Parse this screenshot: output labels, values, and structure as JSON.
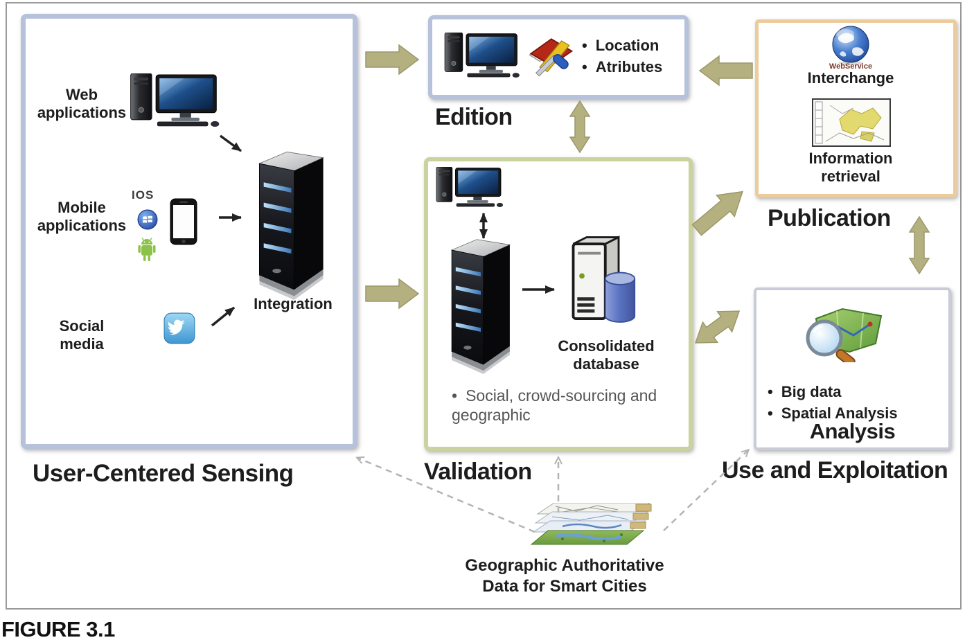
{
  "caption": "FIGURE 3.1",
  "colors": {
    "arrow": "#b4b080",
    "arrowEdge": "#9c986a",
    "boxBlue": "#b6c1dc",
    "boxGreen": "#ccd1a0",
    "boxTan": "#eccb9d",
    "boxGray": "#c9ccd8",
    "dashed": "#b3b3b3",
    "ink": "#1d1d1d"
  },
  "sensing": {
    "title": "User-Centered Sensing",
    "web": "Web\napplications",
    "mobile": "Mobile\napplications",
    "social": "Social\nmedia",
    "ios": "IOS",
    "integration": "Integration"
  },
  "edition": {
    "title": "Edition",
    "bullets": [
      "Location",
      "Atributes"
    ]
  },
  "validation": {
    "title": "Validation",
    "database": "Consolidated\ndatabase",
    "bullet": "Social, crowd-sourcing and\ngeographic"
  },
  "publication": {
    "title": "Publication",
    "webservice": "WebService",
    "interchange": "Interchange",
    "retrieval": "Information\nretrieval"
  },
  "use": {
    "title": "Use and Exploitation",
    "bullets": [
      "Big data",
      "Spatial Analysis"
    ],
    "analysis": "Analysis"
  },
  "source": {
    "caption": "Geographic Authoritative\nData for Smart Cities"
  },
  "icons": [
    "desktop-computer",
    "edit-tools",
    "ios-label",
    "windows-logo",
    "android-robot",
    "smartphone",
    "twitter-bird",
    "server-rack",
    "consolidated-database",
    "webservice-globe",
    "map-frame",
    "map-magnifier",
    "layered-maps"
  ]
}
